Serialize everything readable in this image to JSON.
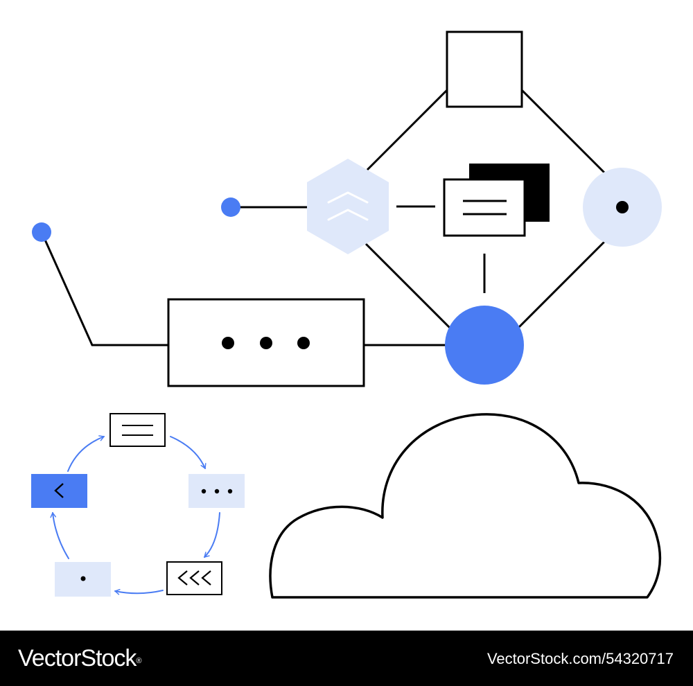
{
  "colors": {
    "accent_blue": "#4a7cf3",
    "light_blue": "#dfe8fa",
    "stroke": "#000000",
    "background": "#ffffff",
    "footer_background": "#000000",
    "footer_text": "#ffffff"
  },
  "diagram": {
    "network_nodes": [
      "square-node",
      "hexagon-chevron-node",
      "document-stack-node",
      "dot-circle-node",
      "blue-circle-node",
      "ellipsis-box-node"
    ],
    "cycle_items": [
      "document-card",
      "ellipsis-card",
      "triple-chevron-card",
      "dot-card",
      "chevron-left-card"
    ],
    "icons": [
      "chevron-up-icon",
      "text-lines-icon",
      "ellipsis-icon",
      "chevron-left-icon",
      "triple-chevron-left-icon",
      "dot-icon",
      "cloud-icon",
      "arrow-icon"
    ]
  },
  "footer": {
    "brand": "VectorStock",
    "registered_mark": "®",
    "image_id": "VectorStock.com/54320717"
  }
}
